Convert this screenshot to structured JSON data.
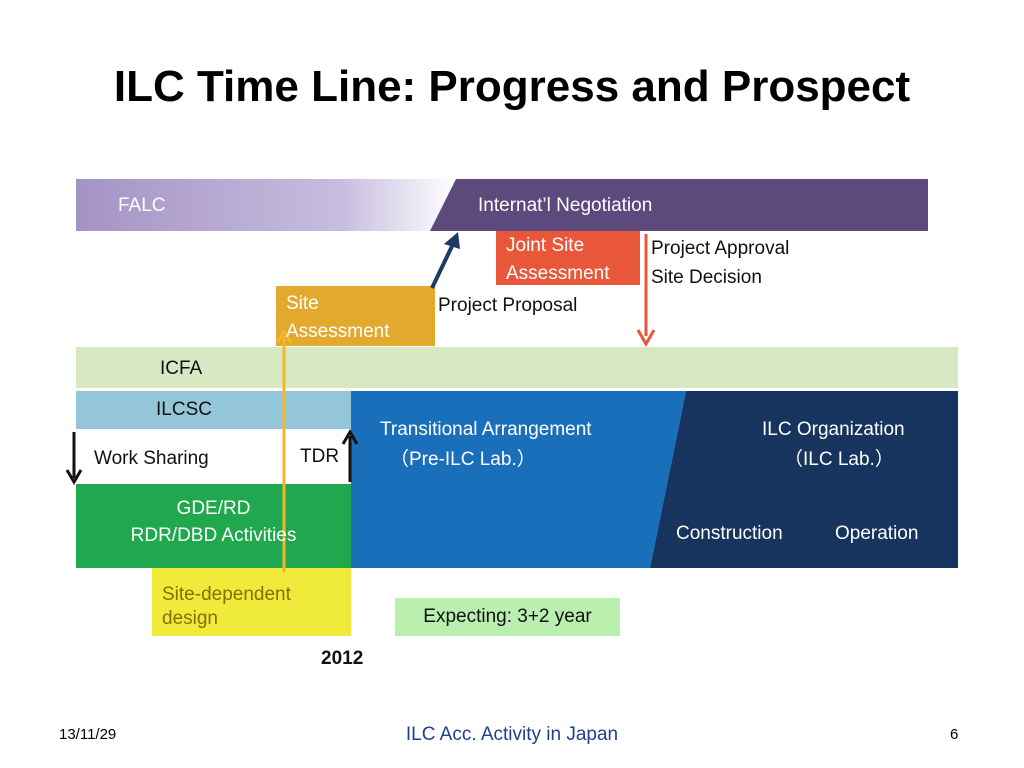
{
  "slide": {
    "title": "ILC Time Line: Progress and Prospect",
    "footer_date": "13/11/29",
    "footer_center": "ILC Acc. Activity in Japan",
    "page_number": "6"
  },
  "diagram": {
    "falc": "FALC",
    "negotiation": "Internat’l Negotiation",
    "joint_site_line1": "Joint Site",
    "joint_site_line2": "Assessment",
    "approval_line1": "Project Approval",
    "approval_line2": "Site  Decision",
    "site_assess_line1": "Site",
    "site_assess_line2": "Assessment",
    "project_proposal": "Project Proposal",
    "icfa": "ICFA",
    "ilcsc": "ILCSC",
    "work_sharing": "Work Sharing",
    "tdr": "TDR",
    "gde_line1": "GDE/RD",
    "gde_line2": "RDR/DBD Activities",
    "site_dep_line1": "Site-dependent",
    "site_dep_line2": "design",
    "year": "2012",
    "transitional_line1": "Transitional Arrangement",
    "transitional_line2": "（Pre-ILC Lab.）",
    "ilc_org_line1": "ILC Organization",
    "ilc_org_line2": "（ILC Lab.）",
    "construction": "Construction",
    "operation": "Operation",
    "expecting": "Expecting: 3+2 year"
  },
  "colors": {
    "falc": "#a89bc7",
    "negotiation": "#5c4a7d",
    "joint_site": "#e8573a",
    "site_assessment": "#e2a92e",
    "icfa": "#d8e8c2",
    "ilcsc": "#93c6d8",
    "gde": "#1fa84d",
    "site_dependent": "#f0ea3a",
    "transitional": "#1a6fbb",
    "ilc_org": "#17345e",
    "expecting": "#b9f0b0",
    "arrow_navy": "#1d3a66",
    "arrow_orange": "#e8573a",
    "arrow_yellow": "#f2b62a"
  }
}
